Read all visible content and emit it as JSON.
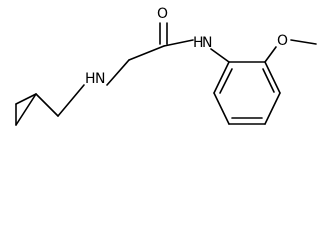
{
  "molecule": {
    "atom_labels": {
      "oxygen_carbonyl": "O",
      "nitrogen_amide": "N",
      "hydrogen_amide": "H",
      "nitrogen_amine": "N",
      "hydrogen_amine": "H",
      "oxygen_methoxy": "O"
    }
  },
  "colors": {
    "bond": "#000000",
    "label": "#000000",
    "background": "#ffffff"
  }
}
